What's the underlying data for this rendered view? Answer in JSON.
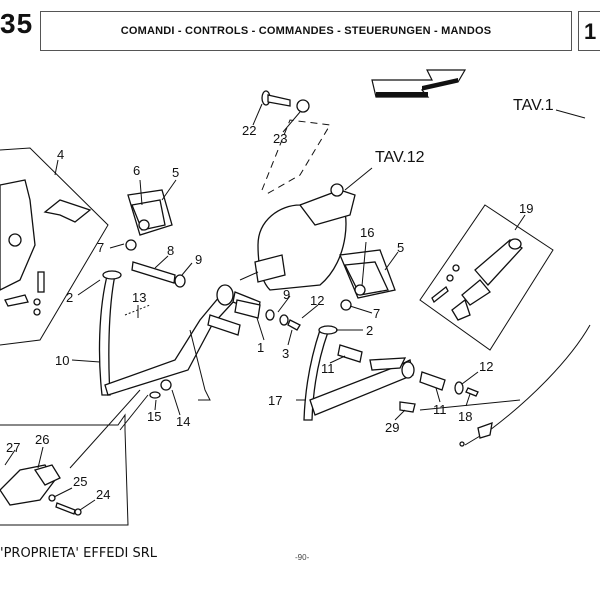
{
  "header": {
    "section_number": "35",
    "title": "COMANDI - CONTROLS - COMMANDES - STEUERUNGEN - MANDOS",
    "table_number": "1"
  },
  "references": {
    "tav_12": "TAV.12",
    "tav_1": "TAV.1"
  },
  "callouts": {
    "c1": "1",
    "c2a": "2",
    "c2b": "2",
    "c3": "3",
    "c4": "4",
    "c5a": "5",
    "c5b": "5",
    "c6": "6",
    "c7a": "7",
    "c7b": "7",
    "c8": "8",
    "c9a": "9",
    "c9b": "9",
    "c10": "10",
    "c11a": "11",
    "c11b": "11",
    "c12a": "12",
    "c12b": "12",
    "c13": "13",
    "c14": "14",
    "c15": "15",
    "c16": "16",
    "c17": "17",
    "c18": "18",
    "c19": "19",
    "c22": "22",
    "c23": "23",
    "c24": "24",
    "c25": "25",
    "c26": "26",
    "c27": "27",
    "c29": "29"
  },
  "footer": {
    "copyright": "'PROPRIETA' EFFEDI SRL",
    "page": "-90-"
  }
}
